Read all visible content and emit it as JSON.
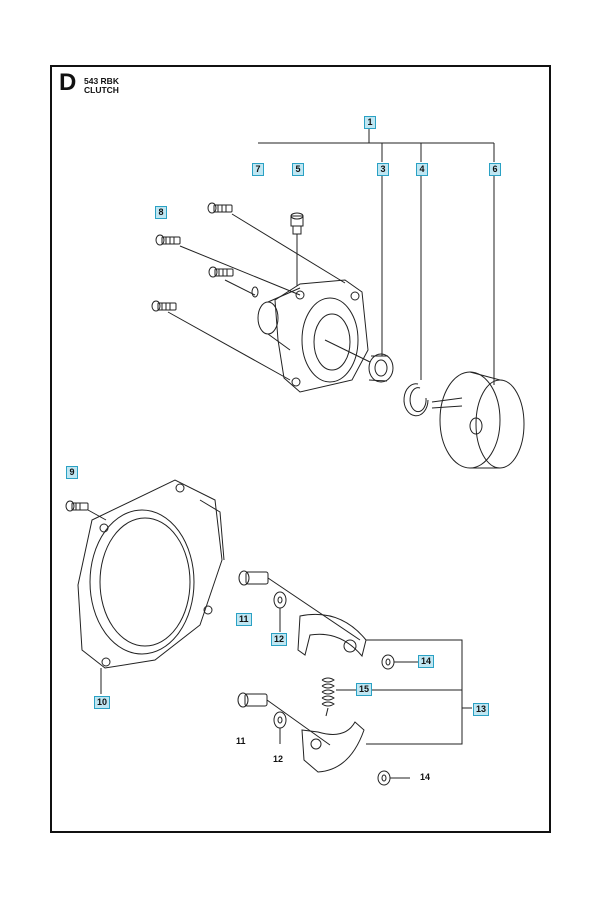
{
  "header": {
    "section_letter": "D",
    "model": "543 RBK",
    "title": "CLUTCH"
  },
  "colors": {
    "frame": "#111111",
    "line": "#222222",
    "callout_fill": "#bfe6f2",
    "callout_border": "#2aa1c4"
  },
  "callouts": [
    {
      "id": "c1",
      "label": "1",
      "boxed": true
    },
    {
      "id": "c7",
      "label": "7",
      "boxed": true
    },
    {
      "id": "c5",
      "label": "5",
      "boxed": true
    },
    {
      "id": "c3",
      "label": "3",
      "boxed": true
    },
    {
      "id": "c4",
      "label": "4",
      "boxed": true
    },
    {
      "id": "c6",
      "label": "6",
      "boxed": true
    },
    {
      "id": "c8",
      "label": "8",
      "boxed": true
    },
    {
      "id": "c9",
      "label": "9",
      "boxed": true
    },
    {
      "id": "c10",
      "label": "10",
      "boxed": true
    },
    {
      "id": "c11a",
      "label": "11",
      "boxed": true
    },
    {
      "id": "c12a",
      "label": "12",
      "boxed": true
    },
    {
      "id": "c14a",
      "label": "14",
      "boxed": true
    },
    {
      "id": "c15",
      "label": "15",
      "boxed": true
    },
    {
      "id": "c13",
      "label": "13",
      "boxed": true
    },
    {
      "id": "c11b",
      "label": "11",
      "boxed": false
    },
    {
      "id": "c12b",
      "label": "12",
      "boxed": false
    },
    {
      "id": "c14b",
      "label": "14",
      "boxed": false
    }
  ]
}
